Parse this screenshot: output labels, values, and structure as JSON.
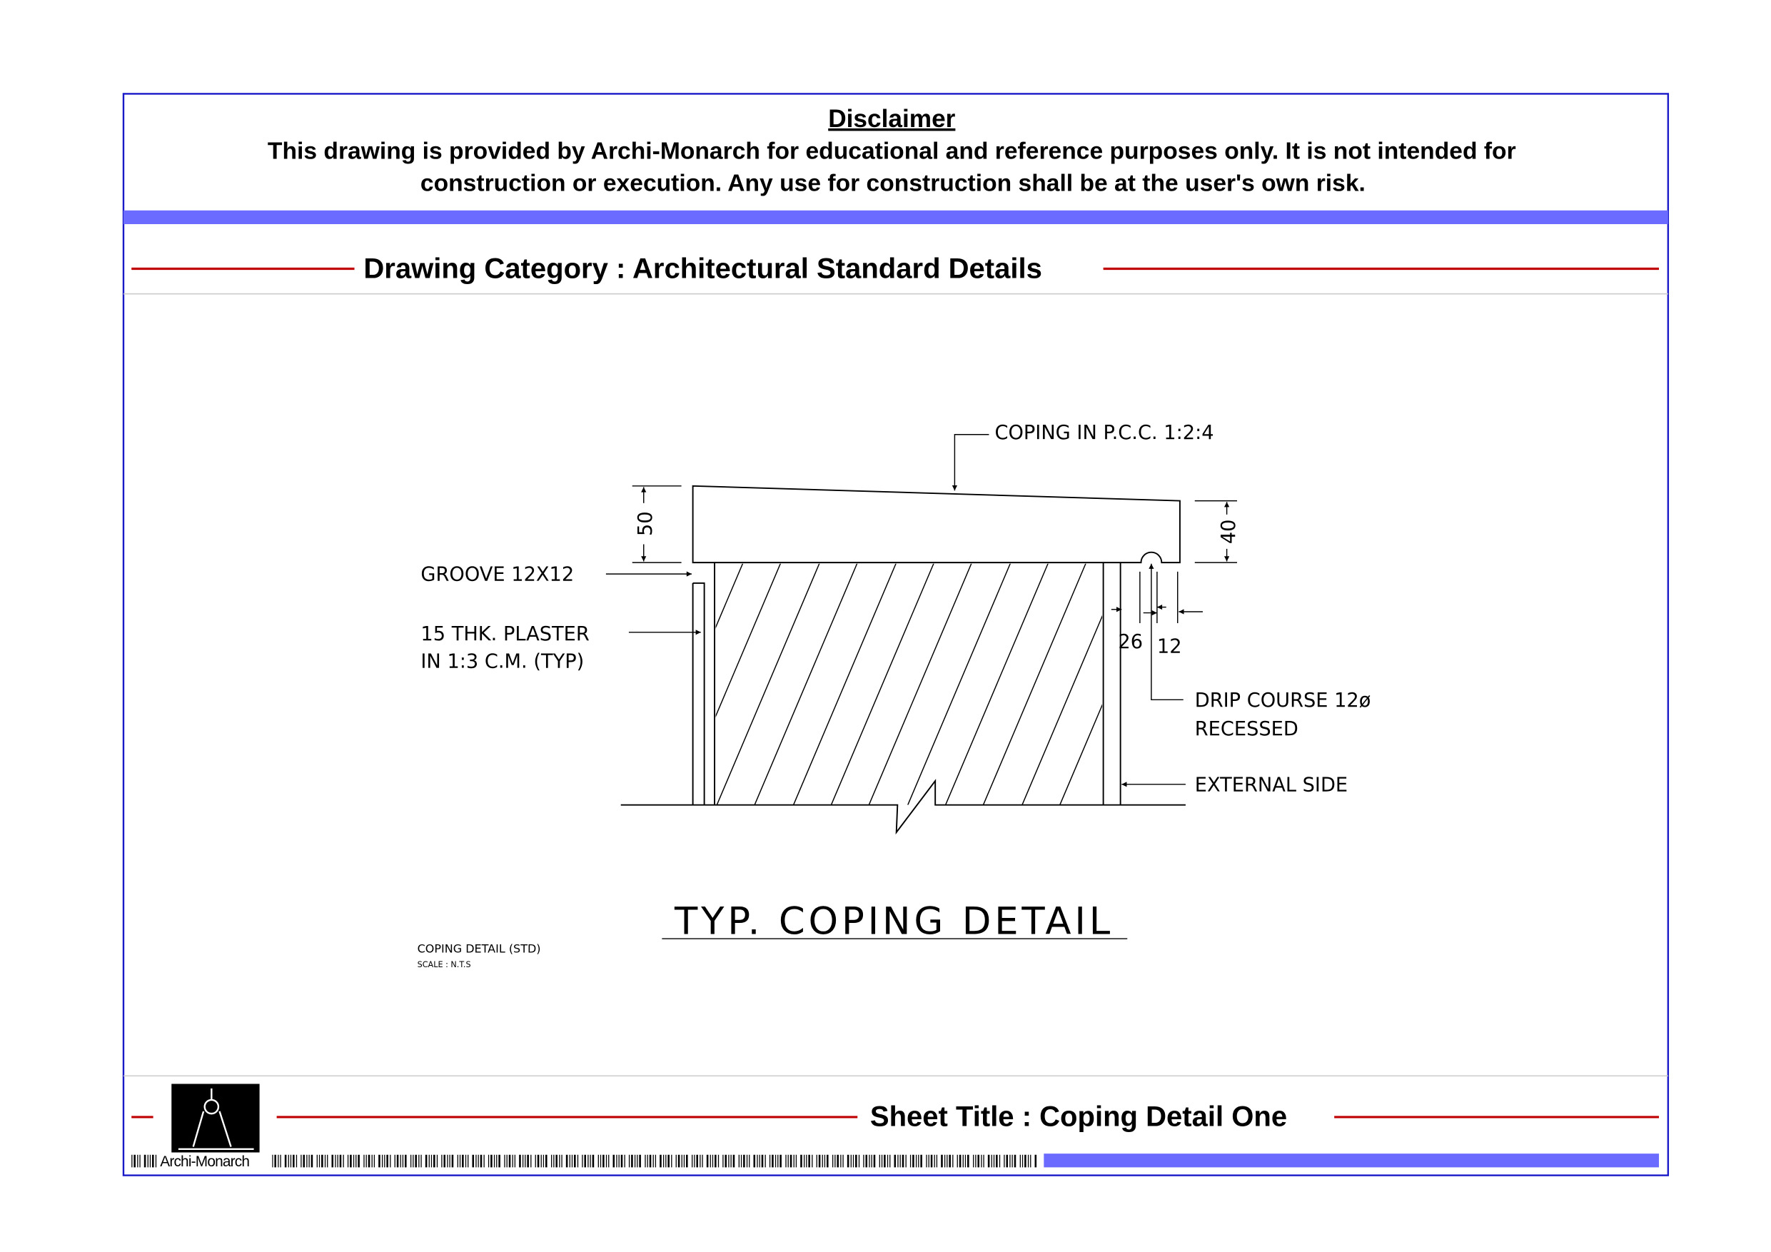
{
  "disclaimer": {
    "title": "Disclaimer",
    "line1": "This drawing is provided by Archi-Monarch for educational and reference purposes only. It is not intended for",
    "line2": "construction or execution. Any use for construction shall be at the user's own risk."
  },
  "header": {
    "category": "Drawing Category : Architectural Standard Details"
  },
  "drawing": {
    "labels": {
      "coping": "COPING  IN  P.C.C.  1:2:4",
      "groove": "GROOVE  12X12",
      "plaster1": "15  THK.  PLASTER",
      "plaster2": "IN  1:3  C.M.  (TYP)",
      "drip1": "DRIP  COURSE  12ø",
      "drip2": "RECESSED",
      "external": "EXTERNAL  SIDE"
    },
    "dimensions": {
      "left": "50",
      "right": "40",
      "d1": "26",
      "d2": "12"
    },
    "title": "TYP. COPING DETAIL",
    "caption": "COPING  DETAIL     (STD)",
    "scale": "SCALE  :  N.T.S"
  },
  "footer": {
    "sheet_title": "Sheet Title : Coping Detail One",
    "brand": "Archi-Monarch"
  },
  "colors": {
    "border": "#1a1ac8",
    "band": "#6b6bff",
    "rule": "#c00000"
  }
}
